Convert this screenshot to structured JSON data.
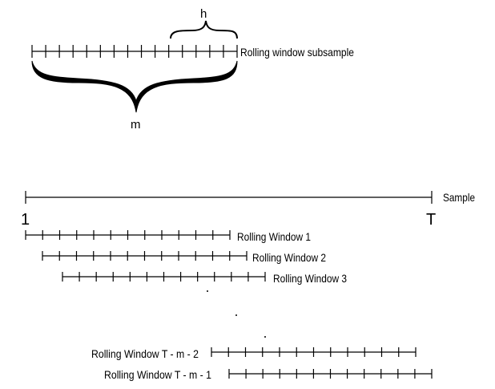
{
  "subsample": {
    "label": "Rolling window subsample",
    "h_label": "h",
    "m_label": "m"
  },
  "sample": {
    "label": "Sample",
    "start_label": "1",
    "end_label": "T"
  },
  "windows": [
    {
      "label": "Rolling Window 1"
    },
    {
      "label": "Rolling Window 2"
    },
    {
      "label": "Rolling Window 3"
    },
    {
      "label": "Rolling Window T - m - 2"
    },
    {
      "label": "Rolling Window T - m - 1"
    }
  ],
  "ellipsis_dots": 3
}
